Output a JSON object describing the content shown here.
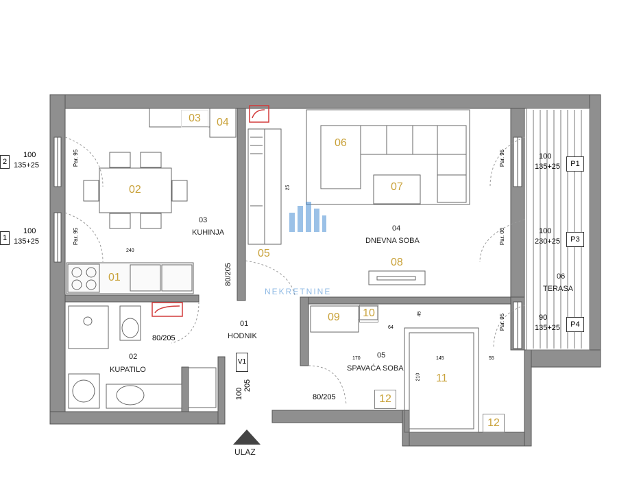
{
  "rooms": {
    "kitchen": {
      "no": "03",
      "name": "KUHINJA"
    },
    "living": {
      "no": "04",
      "name": "DNEVNA SOBA"
    },
    "hall": {
      "no": "01",
      "name": "HODNIK"
    },
    "bath": {
      "no": "02",
      "name": "KUPATILO"
    },
    "bedroom": {
      "no": "05",
      "name": "SPAVAĆA SOBA"
    },
    "terrace": {
      "no": "06",
      "name": "TERASA"
    }
  },
  "furniture_numbers": {
    "n01": "01",
    "n02": "02",
    "n03": "03",
    "n04": "04",
    "n05": "05",
    "n06": "06",
    "n07": "07",
    "n08": "08",
    "n09": "09",
    "n10": "10",
    "n11": "11",
    "n12a": "12",
    "n12b": "12"
  },
  "windows": {
    "left1": {
      "tag": "2",
      "w": "100",
      "h": "135+25",
      "par": "Par. 95"
    },
    "left2": {
      "tag": "1",
      "w": "100",
      "h": "135+25",
      "par": "Par. 95"
    },
    "p1": {
      "tag": "P1",
      "w": "100",
      "h": "135+25",
      "par": "Par. 95"
    },
    "p3": {
      "tag": "P3",
      "w": "100",
      "h": "230+25",
      "par": "Par. 00"
    },
    "p4": {
      "tag": "P4",
      "w": "90",
      "h": "135+25",
      "par": "Par. 95"
    }
  },
  "doors": {
    "kitchen_door": "80/205",
    "bath_door": "80/205",
    "bed_door": "80/205",
    "entry_tag": "V1",
    "entry_dim_w": "100",
    "entry_dim_h": "205"
  },
  "small_dims": {
    "d240": "240",
    "d170": "170",
    "d145": "145",
    "d55": "55",
    "d210": "210",
    "d45": "45",
    "d64": "64",
    "d25": "25"
  },
  "entry": {
    "label": "ULAZ"
  },
  "watermark": {
    "text": "NEKRETNINE"
  },
  "colors": {
    "wall": "#8f8f8f",
    "wall_edge": "#555555",
    "furniture_number": "#c9a23a",
    "fixture_red": "#d23a3a",
    "watermark": "#4a8fd4"
  }
}
